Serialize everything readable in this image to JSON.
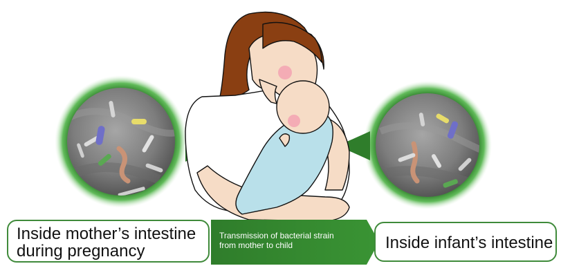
{
  "labels": {
    "mother_line1": "Inside mother’s intestine",
    "mother_line2": "during pregnancy",
    "transmission_line1": "Transmission of bacterial strain",
    "transmission_line2": "from mother to child",
    "infant": "Inside infant’s intestine"
  },
  "colors": {
    "green_dark": "#2f7d2b",
    "green_glow": "#3fa53a",
    "skin": "#f6dcc6",
    "hair": "#8a3f12",
    "blanket": "#b9e0ea",
    "micrograph_bg": "#8a8a8a"
  }
}
